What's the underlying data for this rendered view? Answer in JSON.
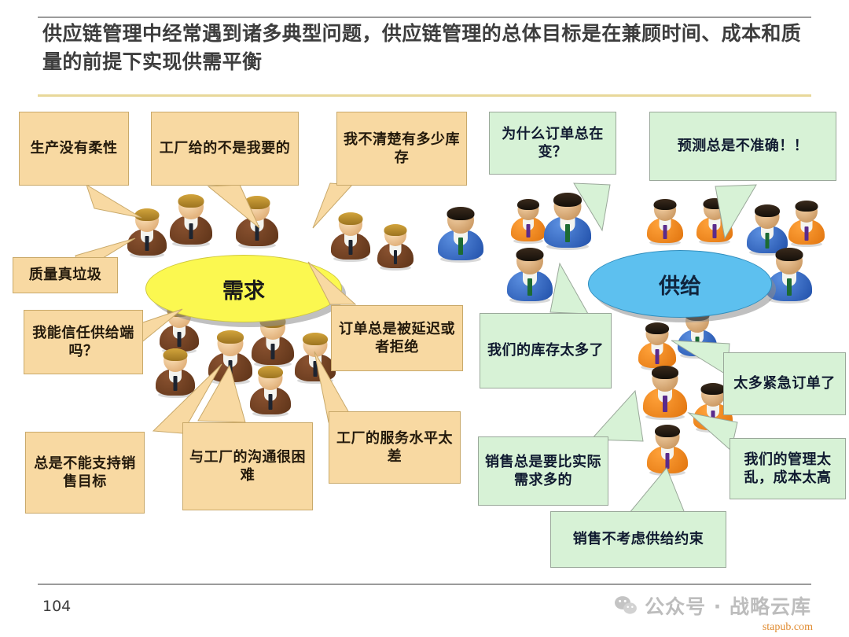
{
  "header": {
    "title": "供应链管理中经常遇到诸多典型问题，供应链管理的总体目标是在兼顾时间、成本和质量的前提下实现供需平衡",
    "rule_color": "#9b9b9b",
    "accent_color": "#e8d89a"
  },
  "diagram": {
    "demand_hub": {
      "label": "需求",
      "fill": "#fbf850",
      "border": "#cfc83d"
    },
    "supply_hub": {
      "label": "供给",
      "fill": "#5dc0ef",
      "border": "#2f8dbd"
    },
    "demand_bubble_color": "#f8d9a2",
    "supply_bubble_color": "#d7f2d6",
    "demand_bubbles": [
      {
        "id": "no-production-flexibility",
        "text": "生产没有柔性"
      },
      {
        "id": "factory-gives-wrong-goods",
        "text": "工厂给的不是我要的"
      },
      {
        "id": "quality-is-garbage",
        "text": "质量真垃圾"
      },
      {
        "id": "unclear-inventory",
        "text": "我不清楚有多少库存"
      },
      {
        "id": "can-i-trust-supply",
        "text": "我能信任供给端吗？"
      },
      {
        "id": "orders-delayed-rejected",
        "text": "订单总是被延迟或者拒绝"
      },
      {
        "id": "cannot-support-sales-target",
        "text": "总是不能支持销售目标"
      },
      {
        "id": "factory-communication-hard",
        "text": "与工厂的沟通很困难"
      },
      {
        "id": "factory-service-level-poor",
        "text": "工厂的服务水平太差"
      }
    ],
    "supply_bubbles": [
      {
        "id": "why-orders-keep-changing",
        "text": "为什么订单总在变？"
      },
      {
        "id": "forecast-never-accurate",
        "text": "预测总是不准确！！"
      },
      {
        "id": "too-much-inventory",
        "text": "我们的库存太多了"
      },
      {
        "id": "too-many-rush-orders",
        "text": "太多紧急订单了"
      },
      {
        "id": "sales-overstates-demand",
        "text": "销售总是要比实际需求多的"
      },
      {
        "id": "management-chaotic-costly",
        "text": "我们的管理太乱，成本太高"
      },
      {
        "id": "sales-ignores-constraints",
        "text": "销售不考虑供给约束"
      }
    ]
  },
  "footer": {
    "page_number": "104",
    "watermark_text": "公众号 · 战略云库",
    "site_url": "stapub.com",
    "watermark_color": "#bdbdbd",
    "url_color": "#e08a2e"
  }
}
